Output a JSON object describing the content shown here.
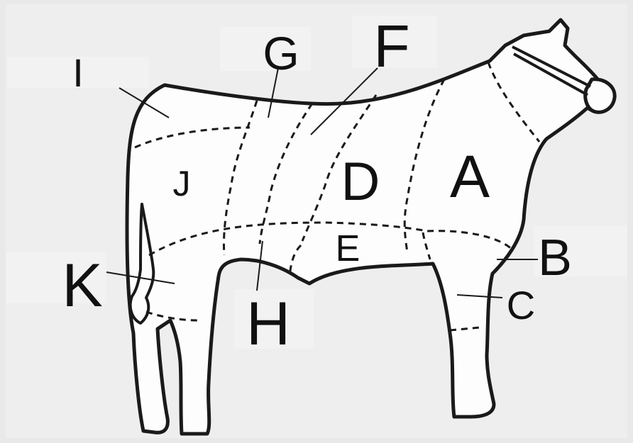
{
  "labels": {
    "a": "A",
    "b": "B",
    "c": "C",
    "d": "D",
    "e": "E",
    "f": "F",
    "g": "G",
    "h": "H",
    "i": "I",
    "j": "J",
    "k": "K"
  },
  "colors": {
    "background": "#e9e9e9",
    "body_fill": "#fdfdfd",
    "outline": "#1a1a1a",
    "label_text": "#111111"
  }
}
